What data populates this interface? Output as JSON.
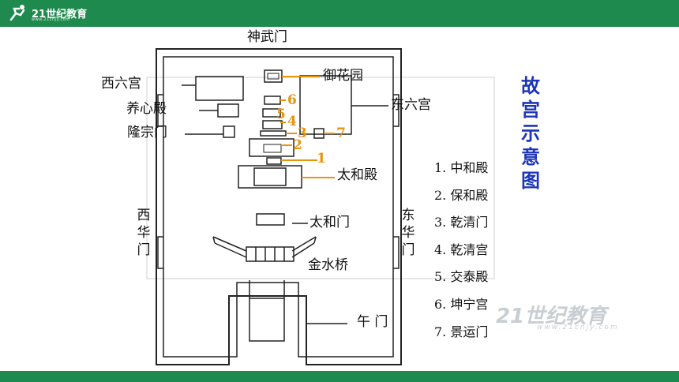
{
  "labels": {
    "shenwumen": "神武门",
    "xiliugong": "西六宫",
    "yuhuayuan": "御花园",
    "yangxindian": "养心殿",
    "dongliugong": "东六宫",
    "longzongmen": "隆宗门",
    "taihedian": "太和殿",
    "xihuamen": "西华门",
    "donghuamen": "东华门",
    "taihemen": "太和门",
    "jinshuiqiao": "金水桥",
    "wumen": "午 门"
  },
  "markers": [
    "1",
    "2",
    "3",
    "4",
    "5",
    "6",
    "7"
  ],
  "title": "故宫示意图",
  "legend": [
    "1. 中和殿",
    "2. 保和殿",
    "3. 乾清门",
    "4. 乾清宫",
    "5. 交泰殿",
    "6. 坤宁宫",
    "7. 景运门"
  ],
  "brand": {
    "name": "21世纪教育",
    "url": "www.21cnjy.com"
  },
  "colors": {
    "bar": "#1f8a4e",
    "marker": "#e8940c",
    "title": "#1c35b8"
  }
}
